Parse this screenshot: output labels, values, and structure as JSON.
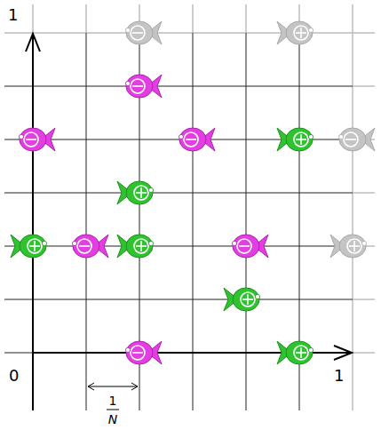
{
  "diagram": {
    "labels": [
      "1",
      "0",
      "1",
      "1",
      "N"
    ]
  }
}
